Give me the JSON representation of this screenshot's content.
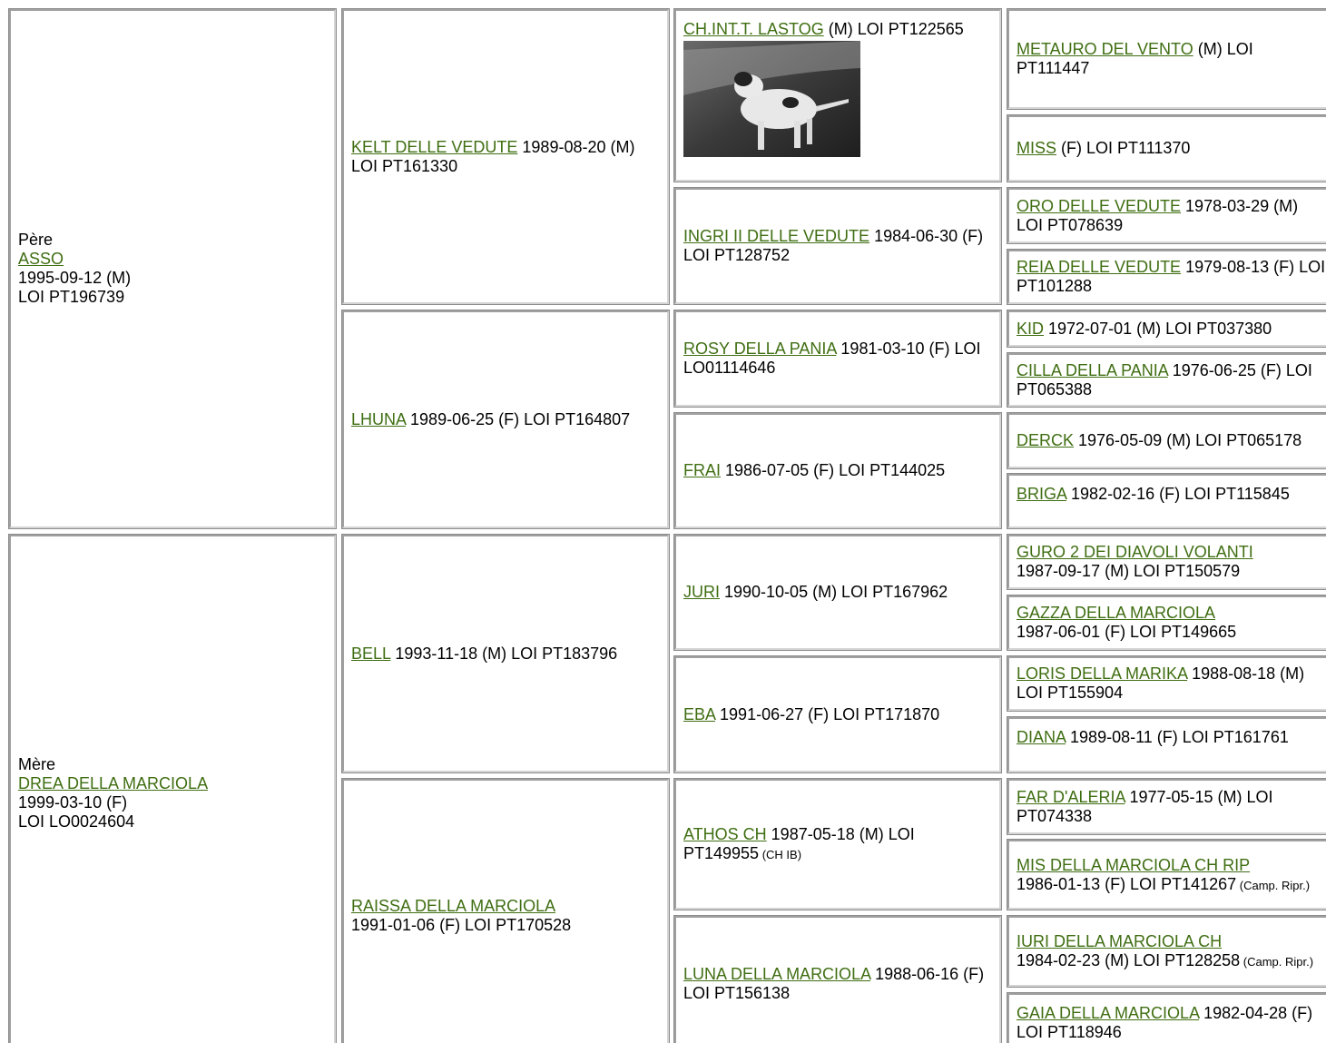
{
  "pere": {
    "label": "Père",
    "name": "ASSO",
    "line1": "1995-09-12 (M)",
    "line2": "LOI PT196739"
  },
  "mere": {
    "label": "Mère",
    "name": "DREA DELLA MARCIOLA",
    "line1": "1999-03-10 (F)",
    "line2": "LOI LO0024604"
  },
  "gen2": {
    "kelt": {
      "name": "KELT DELLE VEDUTE",
      "details": " 1989-08-20 (M) LOI PT161330"
    },
    "lhuna": {
      "name": "LHUNA",
      "details": " 1989-06-25 (F) LOI PT164807"
    },
    "bell": {
      "name": "BELL",
      "details": " 1993-11-18 (M) LOI PT183796"
    },
    "raissa": {
      "name": "RAISSA DELLA MARCIOLA",
      "details": "1991-01-06 (F) LOI PT170528"
    }
  },
  "gen3": {
    "lastog": {
      "name": "CH.INT.T. LASTOG",
      "details": " (M) LOI PT122565"
    },
    "ingri": {
      "name": "INGRI II DELLE VEDUTE",
      "details": " 1984-06-30 (F) LOI PT128752"
    },
    "rosy": {
      "name": "ROSY DELLA PANIA",
      "details": " 1981-03-10 (F) LOI LO01114646"
    },
    "frai": {
      "name": "FRAI",
      "details": " 1986-07-05 (F) LOI PT144025"
    },
    "juri": {
      "name": "JURI",
      "details": " 1990-10-05 (M) LOI PT167962"
    },
    "eba": {
      "name": "EBA",
      "details": " 1991-06-27 (F) LOI PT171870"
    },
    "athos": {
      "name": "ATHOS CH",
      "details": " 1987-05-18 (M) LOI PT149955",
      "note": " (CH IB)"
    },
    "luna": {
      "name": "LUNA DELLA MARCIOLA",
      "details": " 1988-06-16 (F) LOI PT156138"
    }
  },
  "gen4": {
    "metauro": {
      "name": "METAURO DEL VENTO",
      "details": " (M) LOI PT111447"
    },
    "miss": {
      "name": "MISS",
      "details": " (F) LOI PT111370"
    },
    "oro": {
      "name": "ORO DELLE VEDUTE",
      "details": " 1978-03-29 (M) LOI PT078639"
    },
    "reia": {
      "name": "REIA DELLE VEDUTE",
      "details": " 1979-08-13 (F) LOI PT101288"
    },
    "kid": {
      "name": "KID",
      "details": " 1972-07-01 (M) LOI PT037380"
    },
    "cilla": {
      "name": "CILLA DELLA PANIA",
      "details": " 1976-06-25 (F) LOI PT065388"
    },
    "derck": {
      "name": "DERCK",
      "details": " 1976-05-09 (M) LOI PT065178"
    },
    "briga": {
      "name": "BRIGA",
      "details": " 1982-02-16 (F) LOI PT115845"
    },
    "guro": {
      "name": "GURO 2 DEI DIAVOLI VOLANTI",
      "details": "1987-09-17 (M) LOI PT150579"
    },
    "gazza": {
      "name": "GAZZA DELLA MARCIOLA",
      "details": "1987-06-01 (F) LOI PT149665"
    },
    "loris": {
      "name": "LORIS DELLA MARIKA",
      "details": " 1988-08-18 (M) LOI PT155904"
    },
    "diana": {
      "name": "DIANA",
      "details": " 1989-08-11 (F) LOI PT161761"
    },
    "far": {
      "name": "FAR D'ALERIA",
      "details": " 1977-05-15 (M) LOI PT074338"
    },
    "mis": {
      "name": "MIS DELLA MARCIOLA CH RIP",
      "details": "1986-01-13 (F) LOI PT141267",
      "note": " (Camp. Ripr.)"
    },
    "iuri": {
      "name": "IURI DELLA MARCIOLA CH",
      "details": "1984-02-23 (M) LOI PT128258",
      "note": " (Camp. Ripr.)"
    },
    "gaia": {
      "name": "GAIA DELLA MARCIOLA",
      "details": " 1982-04-28 (F) LOI PT118946"
    }
  }
}
